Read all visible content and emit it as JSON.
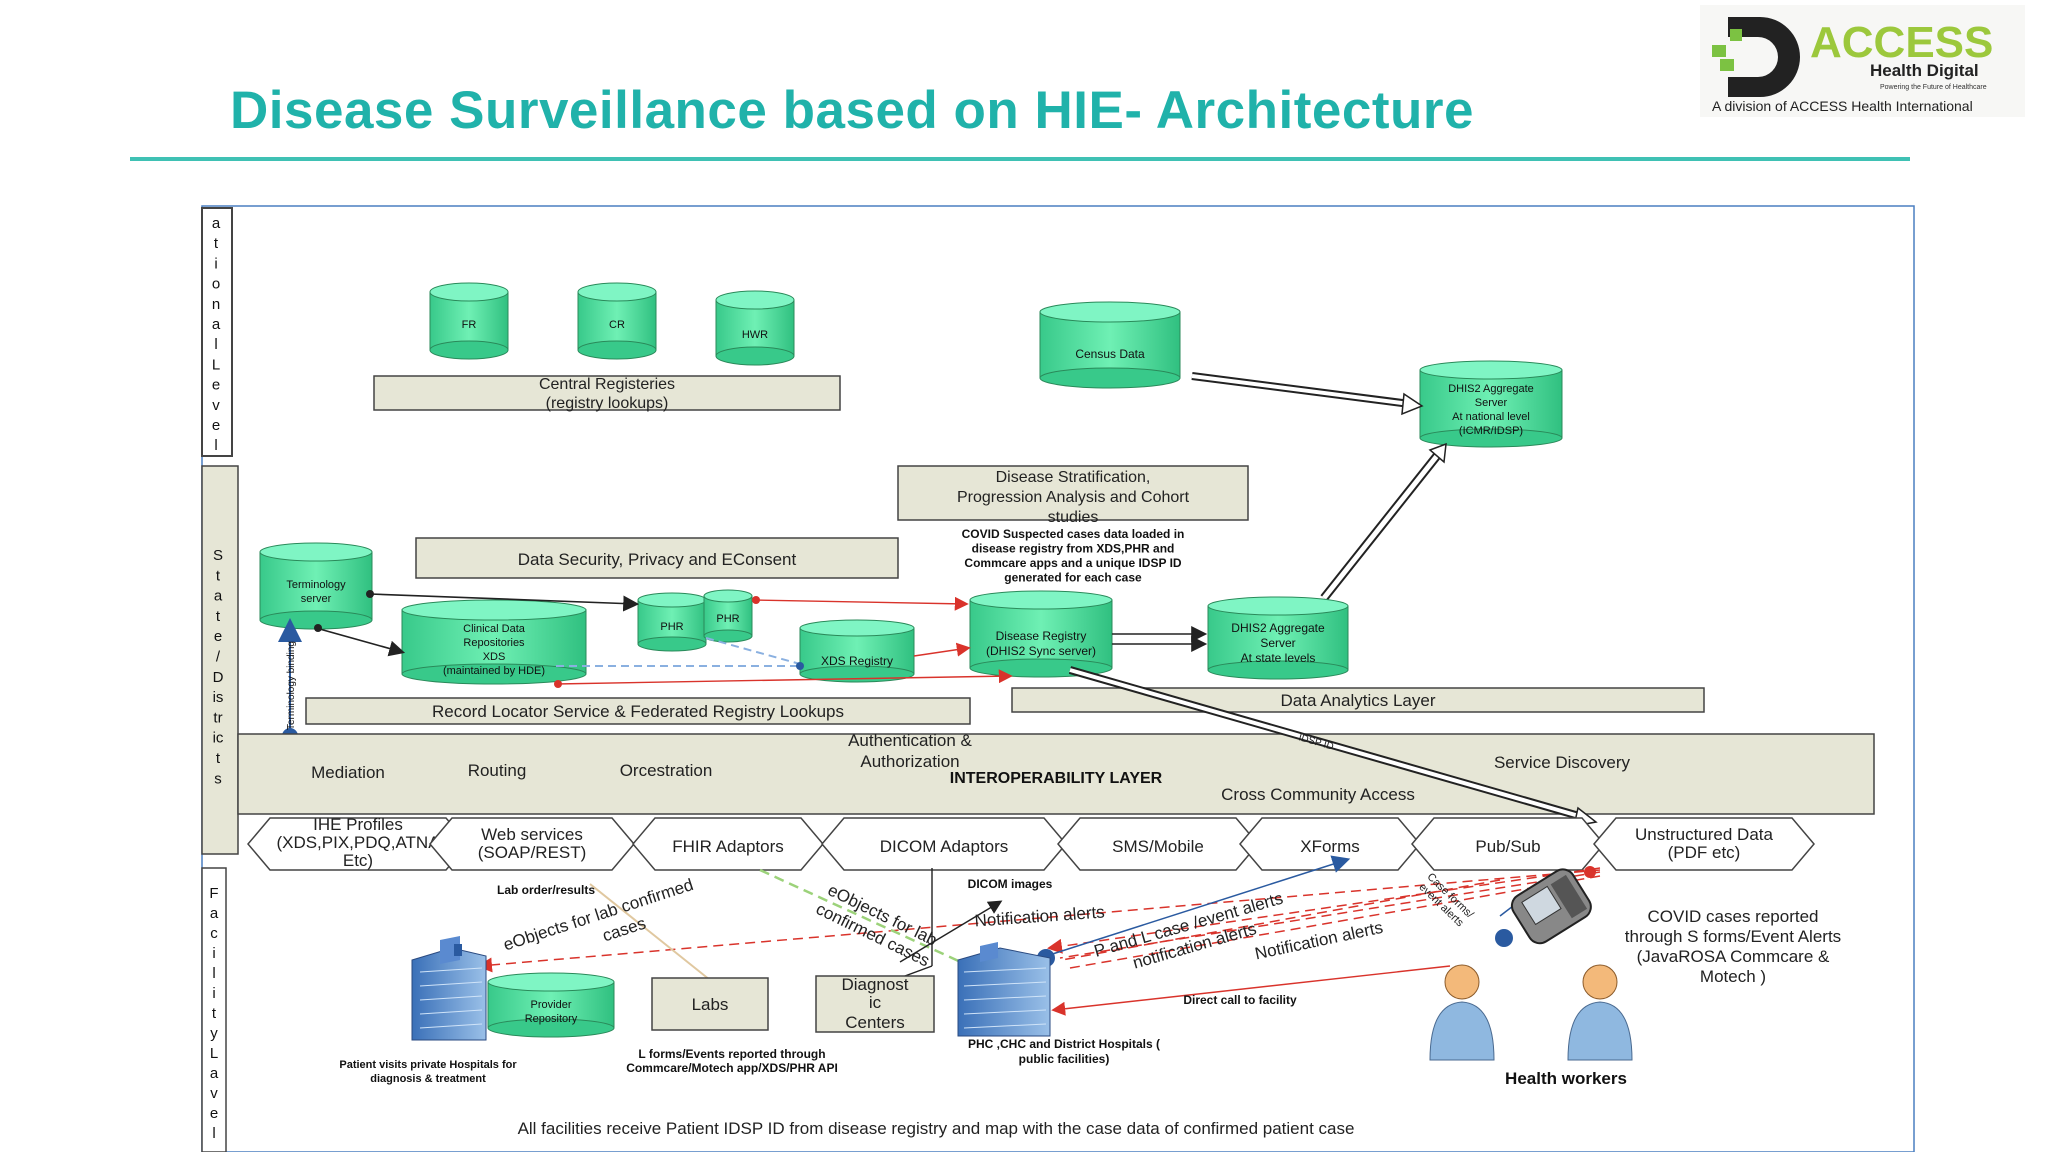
{
  "slide": {
    "title": "Disease Surveillance based on HIE- Architecture"
  },
  "logo": {
    "brand": "ACCESS",
    "sub": "Health Digital",
    "tagline": "Powering the Future of Healthcare",
    "division": "A division of ACCESS Health International"
  },
  "levels": {
    "national": [
      "a",
      "t",
      "i",
      "o",
      "n",
      "a",
      "l",
      "L",
      "e",
      "v",
      "e",
      "l"
    ],
    "state": [
      "S",
      "t",
      "a",
      "t",
      "e",
      "/",
      "D",
      "is",
      "tr",
      "ic",
      "t",
      "s"
    ],
    "facility": [
      "F",
      "a",
      "c",
      "i",
      "l",
      "i",
      "t",
      "y",
      "L",
      "a",
      "v",
      "e",
      "l"
    ]
  },
  "national": {
    "registries": [
      "FR",
      "CR",
      "HWR"
    ],
    "central_label_1": "Central Registeries",
    "central_label_2": "(registry lookups)",
    "census": "Census Data",
    "dhis_national": [
      "DHIS2 Aggregate",
      "Server",
      "At national level",
      "(ICMR/IDSP)"
    ]
  },
  "state": {
    "stratification": [
      "Disease Stratification,",
      "Progression Analysis and Cohort",
      "studies"
    ],
    "covid_note": [
      "COVID Suspected cases data loaded in",
      "disease registry from XDS,PHR and",
      "Commcare apps and a unique IDSP ID",
      "generated for each case"
    ],
    "security": "Data Security, Privacy and EConsent",
    "terminology": [
      "Terminology",
      "server"
    ],
    "terminology_binding": "Terminology binding",
    "cdr": [
      "Clinical Data",
      "Repositories",
      "XDS",
      "(maintained by HDE)"
    ],
    "phr1": "PHR",
    "phr2": "PHR",
    "xds_registry": "XDS Registry",
    "disease_registry": [
      "Disease Registry",
      "(DHIS2 Sync server)"
    ],
    "dhis_state": [
      "DHIS2 Aggregate",
      "Server",
      "At state levels"
    ],
    "rls": "Record Locator Service & Federated Registry Lookups",
    "analytics": "Data Analytics Layer"
  },
  "interop": {
    "mediation": "Mediation",
    "routing": "Routing",
    "orchestration": "Orcestration",
    "auth_1": "Authentication &",
    "auth_2": "Authorization",
    "layer": "INTEROPERABILITY LAYER",
    "service_discovery": "Service Discovery",
    "cross_community": "Cross Community Access",
    "idsp_id": "IDSP ID"
  },
  "adaptors": [
    {
      "lines": [
        "IHE Profiles",
        "(XDS,PIX,PDQ,ATNA",
        "Etc)"
      ]
    },
    {
      "lines": [
        "Web services",
        "(SOAP/REST)"
      ]
    },
    {
      "lines": [
        "FHIR Adaptors"
      ]
    },
    {
      "lines": [
        "DICOM Adaptors"
      ]
    },
    {
      "lines": [
        "SMS/Mobile"
      ]
    },
    {
      "lines": [
        "XForms"
      ]
    },
    {
      "lines": [
        "Pub/Sub"
      ]
    },
    {
      "lines": [
        "Unstructured Data",
        "(PDF etc)"
      ]
    }
  ],
  "facility": {
    "lab_order": "Lab order/results",
    "eobjects_1": [
      "eObjects for lab confirmed",
      "cases"
    ],
    "eobjects_2": [
      "eObjects for lab",
      "confirmed cases"
    ],
    "dicom_images": "DICOM images",
    "notification_1": "Notification alerts",
    "pl_case": [
      "P and L case /event alerts",
      "notification alerts"
    ],
    "notification_2": "Notification alerts",
    "case_forms": [
      "Case forms/",
      "event alerts"
    ],
    "provider_repo": [
      "Provider",
      "Repository"
    ],
    "labs": "Labs",
    "diagnostic": [
      "Diagnost",
      "ic",
      "Centers"
    ],
    "direct_call": "Direct call to facility",
    "patient_visits": [
      "Patient visits private Hospitals for",
      "diagnosis & treatment"
    ],
    "l_forms": [
      "L forms/Events reported through",
      "Commcare/Motech app/XDS/PHR API"
    ],
    "phc": [
      "PHC ,CHC and District Hospitals (",
      "public facilities)"
    ],
    "covid_reported": [
      "COVID cases reported",
      "through S forms/Event Alerts",
      "(JavaROSA Commcare &",
      "Motech )"
    ],
    "health_workers": "Health workers",
    "footer": "All facilities receive Patient IDSP ID from disease registry and map with the case data of confirmed patient case"
  },
  "colors": {
    "title": "#20b2aa",
    "cylinder": "#4fe0a0",
    "box": "#e6e6d6",
    "red_arrow": "#d9332b",
    "blue_arrow": "#2a5aa0"
  }
}
